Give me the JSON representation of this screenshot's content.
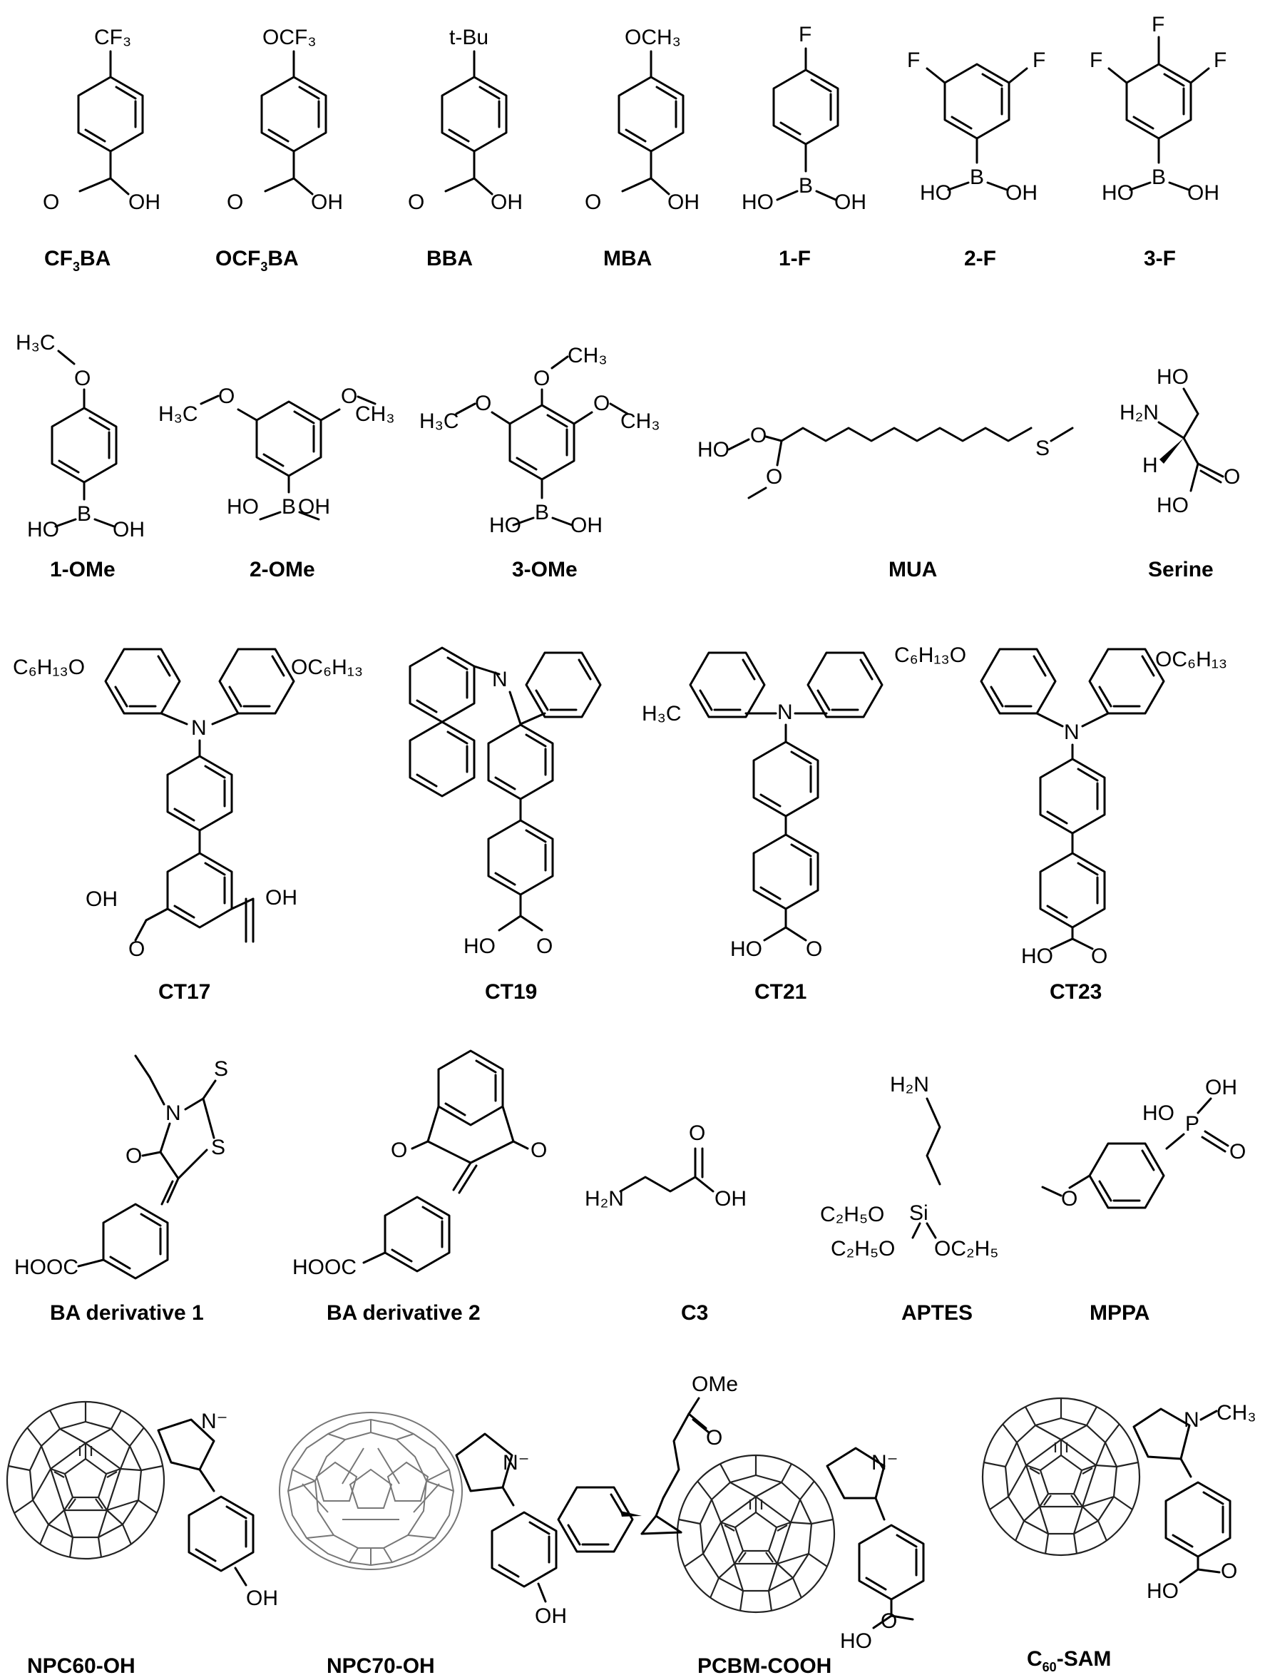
{
  "molecules": [
    {
      "key": "cf3ba",
      "label": "CF₃BA",
      "sub": "CF",
      "subnum": "3",
      "tail": "BA",
      "sub_group": "CF₃",
      "head": [
        "O",
        "OH"
      ]
    },
    {
      "key": "ocf3ba",
      "label": "OCF₃BA",
      "sub_group": "OCF₃",
      "head": [
        "O",
        "OH"
      ]
    },
    {
      "key": "bba",
      "label": "BBA",
      "sub_group": "t-Bu",
      "head": [
        "O",
        "OH"
      ]
    },
    {
      "key": "mba",
      "label": "MBA",
      "sub_group": "OCH₃",
      "head": [
        "O",
        "OH"
      ]
    },
    {
      "key": "f1",
      "label": "1-F",
      "sub_group": "F",
      "head": [
        "HO",
        "B",
        "OH"
      ]
    },
    {
      "key": "f2",
      "label": "2-F",
      "sub_group": "F",
      "head": [
        "HO",
        "B",
        "OH"
      ]
    },
    {
      "key": "f3",
      "label": "3-F",
      "sub_group": "F",
      "head": [
        "HO",
        "B",
        "OH"
      ]
    },
    {
      "key": "ome1",
      "label": "1-OMe",
      "head": [
        "HO",
        "B",
        "OH"
      ]
    },
    {
      "key": "ome2",
      "label": "2-OMe",
      "head": [
        "HO",
        "B",
        "OH"
      ]
    },
    {
      "key": "ome3",
      "label": "3-OMe",
      "head": [
        "HO",
        "B",
        "OH"
      ]
    },
    {
      "key": "mua",
      "label": "MUA"
    },
    {
      "key": "serine",
      "label": "Serine"
    },
    {
      "key": "ct17",
      "label": "CT17"
    },
    {
      "key": "ct19",
      "label": "CT19"
    },
    {
      "key": "ct21",
      "label": "CT21"
    },
    {
      "key": "ct23",
      "label": "CT23"
    },
    {
      "key": "bad1",
      "label": "BA derivative 1"
    },
    {
      "key": "bad2",
      "label": "BA derivative 2"
    },
    {
      "key": "c3",
      "label": "C3"
    },
    {
      "key": "aptes",
      "label": "APTES"
    },
    {
      "key": "mppa",
      "label": "MPPA"
    },
    {
      "key": "npc60",
      "label": "NPC60-OH"
    },
    {
      "key": "npc70",
      "label": "NPC70-OH"
    },
    {
      "key": "pcbm",
      "label": "PCBM-COOH"
    },
    {
      "key": "c60sam",
      "label": "C₆₀-SAM"
    }
  ],
  "atoms": {
    "F": "F",
    "O": "O",
    "OH": "OH",
    "HO": "HO",
    "B": "B",
    "N": "N",
    "S": "S",
    "P": "P",
    "H": "H",
    "CF3": "CF₃",
    "OCF3": "OCF₃",
    "tBu": "t-Bu",
    "OCH3": "OCH₃",
    "H3C": "H₃C",
    "CH3": "CH₃",
    "H2N": "H₂N",
    "NH2_serine": "H₂N",
    "C6H13O": "C₆H₁₃O",
    "OC6H13": "OC₆H₁₃",
    "HOOC": "HOOC",
    "C2H5O": "C₂H₅O",
    "OC2H5": "OC₂H₅",
    "Si": "Si",
    "OMe": "OMe",
    "Nminus": "N⁻",
    "MeN": "N"
  },
  "labels_display": {
    "cf3ba_main": "CF",
    "cf3ba_sub": "3",
    "cf3ba_tail": "BA",
    "ocf3ba_main": "OCF",
    "ocf3ba_sub": "3",
    "ocf3ba_tail": "BA",
    "c60_main": "C",
    "c60_sub": "60",
    "c60_tail": "-SAM"
  }
}
